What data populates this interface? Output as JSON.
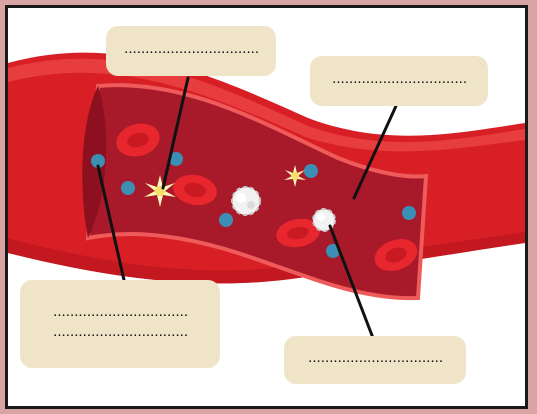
{
  "diagram": {
    "labels": [
      {
        "id": "top-left",
        "lines": [
          "................................"
        ]
      },
      {
        "id": "top-right",
        "lines": [
          "................................"
        ]
      },
      {
        "id": "bottom-left",
        "lines": [
          "................................",
          "................................"
        ]
      },
      {
        "id": "bottom-right",
        "lines": [
          "................................"
        ]
      }
    ],
    "colors": {
      "page_background": "#d9a4a4",
      "label_box": "#efe4c8",
      "vessel_outer": "#d81f26",
      "vessel_inner": "#a8192a",
      "red_blood_cell": "#e8262d",
      "blue_particle": "#3b8fb5",
      "white_blood_cell": "#ffffff",
      "platelet": "#f6e06a",
      "leader_line": "#111111"
    },
    "components": [
      "red-blood-cell",
      "white-blood-cell",
      "platelet",
      "blue-particle",
      "vessel-wall"
    ]
  }
}
